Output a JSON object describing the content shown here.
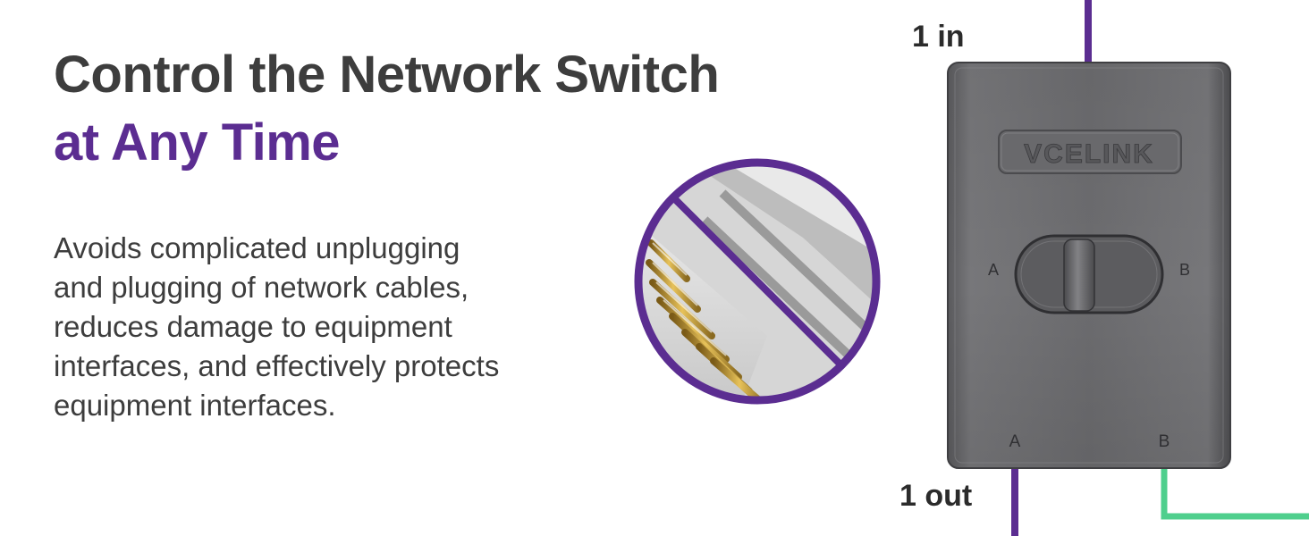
{
  "headline": {
    "line1": "Control the Network Switch",
    "line2": "at Any Time"
  },
  "body": {
    "lines": [
      "Avoids complicated unplugging",
      "and plugging of network cables,",
      "reduces damage to equipment",
      "interfaces, and effectively protects",
      "equipment interfaces."
    ]
  },
  "diagram": {
    "input_label": "1 in",
    "output_label": "1 out",
    "brand": "VCELINK",
    "switch_left_label": "A",
    "switch_right_label": "B",
    "port_a_label": "A",
    "port_b_label": "B"
  },
  "colors": {
    "heading_gray": "#3d3d3d",
    "accent_purple": "#5b2d91",
    "cable_green": "#4fcf8d",
    "device_body": "#6f6f72"
  },
  "icons": {
    "zoom_callout": "no-unplugging-icon"
  }
}
